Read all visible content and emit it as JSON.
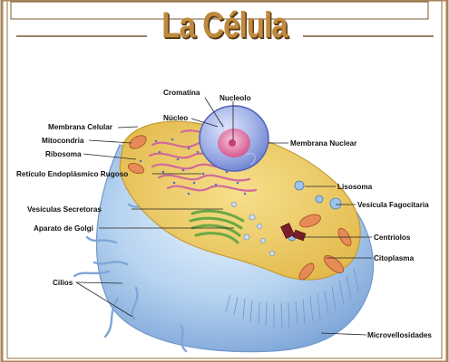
{
  "title": "La Célula",
  "labels": {
    "cromatina": "Cromatina",
    "nucleolo": "Nucleolo",
    "nucleo": "Núcleo",
    "membrana_celular": "Membrana Celular",
    "mitocondria": "Mitocondria",
    "ribosoma": "Ribosoma",
    "reticulo": "Retículo Endoplásmico Rugoso",
    "membrana_nuclear": "Membrana Nuclear",
    "lisosoma": "Lisosoma",
    "vesicula_fagocitaria": "Vesícula Fagocitaria",
    "vesiculas_secretoras": "Vesículas Secretoras",
    "aparato_golgi": "Aparato de Golgi",
    "centriolos": "Centríolos",
    "citoplasma": "Citoplasma",
    "cilios": "Cilios",
    "microvellosidades": "Microvellosidades"
  },
  "colors": {
    "frame": "#a9855a",
    "title": "#c08a3e",
    "membrane": "#9cc3ea",
    "cytoplasm": "#f1cf6a",
    "nucleus": "#8fa2e0",
    "nucleolus": "#e07aa6"
  }
}
